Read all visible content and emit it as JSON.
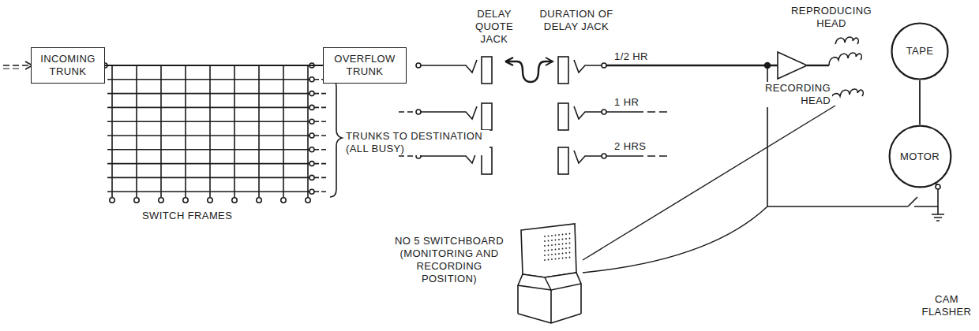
{
  "diagram": {
    "nodes": [
      {
        "text": [
          "INCOMING TRUNK"
        ]
      },
      {
        "text": [
          "OVERFLOW TRUNK"
        ]
      },
      {
        "text": [
          "TAPE"
        ]
      },
      {
        "text": [
          "MOTOR"
        ]
      }
    ],
    "edges": [
      {
        "from": 0,
        "to": 1,
        "arrow": "none"
      },
      {
        "from": 2,
        "to": 3,
        "arrow": "none"
      }
    ],
    "labels": [
      "SWITCH FRAMES",
      "TRUNKS TO DESTINATION (ALL BUSY)",
      "DELAY QUOTE JACK",
      "DURATION OF DELAY JACK",
      "1/2 HR",
      "1 HR",
      "2 HRS",
      "REPRODUCING HEAD",
      "RECORDING HEAD",
      "NO 5 SWITCHBOARD (MONITORING AND RECORDING POSITION)",
      "CAM FLASHER"
    ]
  }
}
